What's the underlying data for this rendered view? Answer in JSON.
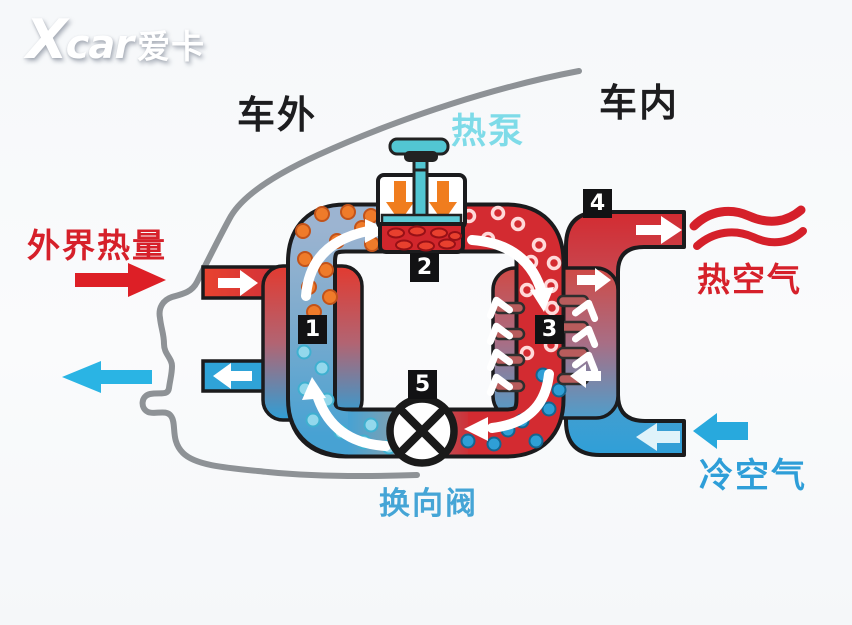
{
  "watermark": {
    "brand": "Xcar",
    "brand_cn": "爱卡"
  },
  "labels": {
    "outside_car": "车外",
    "inside_car": "车内",
    "heat_pump": "热泵",
    "outside_heat": "外界热量",
    "hot_air": "热空气",
    "cold_air": "冷空气",
    "reversing_valve": "换向阀"
  },
  "step_markers": [
    "1",
    "2",
    "3",
    "4",
    "5"
  ],
  "icons": {
    "valve": "circle-x-valve-icon",
    "compressor": "piston-press-icon",
    "hot_air": "heat-waves-icon",
    "flow": "curved-flow-arrow-icon"
  },
  "colors": {
    "hot_red": "#d32b31",
    "cold_blue": "#2f9fd8",
    "low_pressure_slate": "#9cb4d1",
    "compressor_teal": "#52c6d2",
    "label_cyan": "#7edbe8",
    "label_blue": "#45a5d6",
    "orange_dot": "#f07d1e",
    "pipe_outline": "#1b1b1d",
    "car_outline": "#8e9296"
  }
}
